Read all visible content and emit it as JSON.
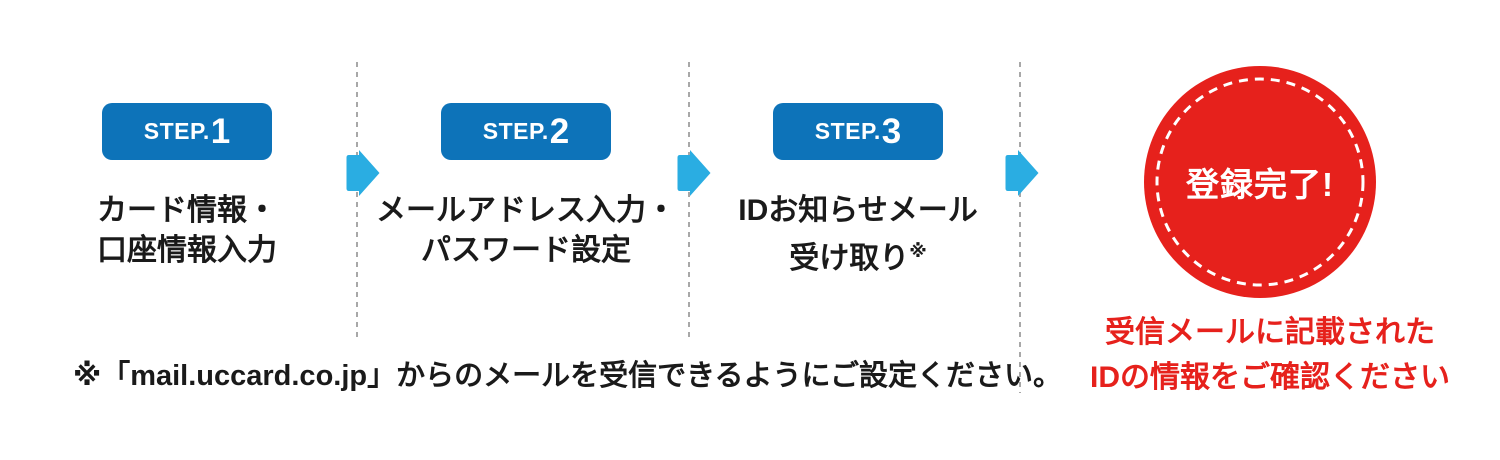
{
  "steps": [
    {
      "prefix": "STEP.",
      "number": "1",
      "line1": "カード情報・",
      "line2": "口座情報入力"
    },
    {
      "prefix": "STEP.",
      "number": "2",
      "line1": "メールアドレス入力・",
      "line2": "パスワード設定"
    },
    {
      "prefix": "STEP.",
      "number": "3",
      "line1": "IDお知らせメール",
      "line2": "受け取り",
      "note_marker": "※"
    }
  ],
  "result": {
    "circle_label": "登録完了!",
    "caption_line1": "受信メールに記載された",
    "caption_line2": "IDの情報をご確認ください"
  },
  "footnote": {
    "text": "※「mail.uccard.co.jp」からのメールを受信できるようにご設定ください。"
  },
  "colors": {
    "badge_blue": "#0d73b9",
    "arrow_blue": "#2aade2",
    "accent_red": "#e6211c",
    "text_black": "#1a1a1a",
    "divider_gray": "#a8a8a8"
  }
}
